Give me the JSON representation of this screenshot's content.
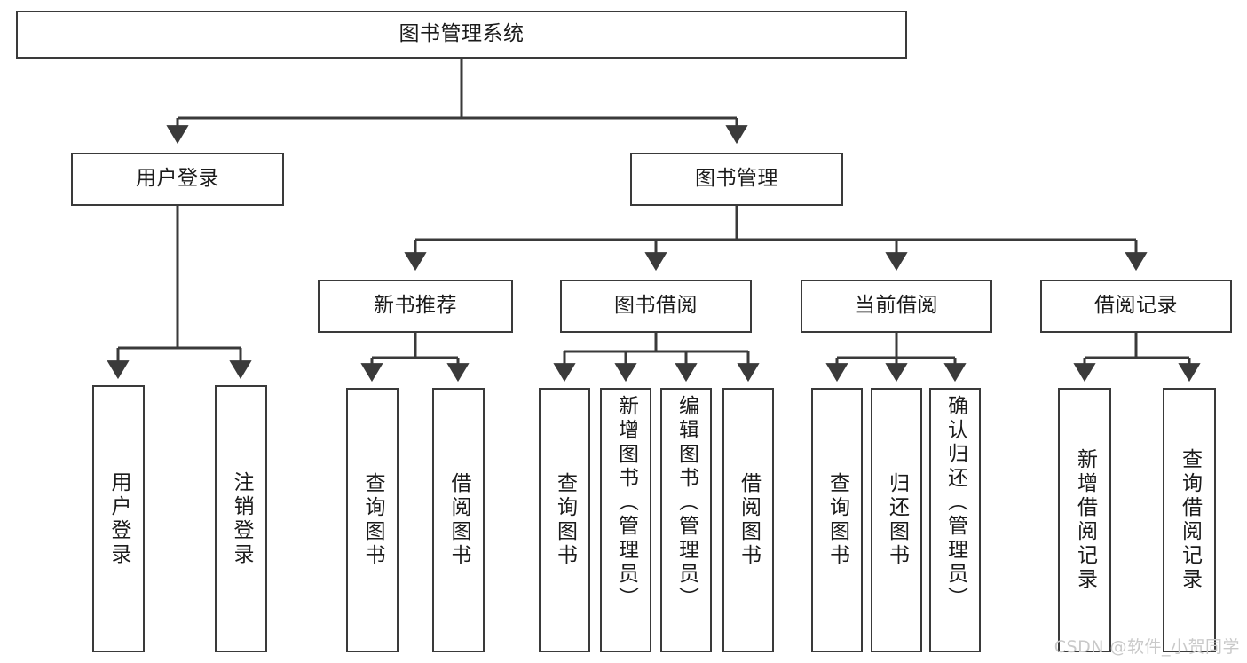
{
  "diagram": {
    "type": "tree-hierarchy-chart",
    "title": "图书管理系统",
    "watermark": "CSDN @软件_小贺同学",
    "colors": {
      "stroke": "#3a3a3a",
      "fill": "#ffffff",
      "text": "#1b1b1b",
      "watermark": "#c9c9c9"
    },
    "root": {
      "label": "图书管理系统"
    },
    "level2": [
      {
        "label": "用户登录"
      },
      {
        "label": "图书管理"
      }
    ],
    "level3": [
      {
        "label": "新书推荐"
      },
      {
        "label": "图书借阅"
      },
      {
        "label": "当前借阅"
      },
      {
        "label": "借阅记录"
      }
    ],
    "leaves": {
      "user_login": [
        {
          "label": "用户登录"
        },
        {
          "label": "注销登录"
        }
      ],
      "new_book_recommend": [
        {
          "label": "查询图书"
        },
        {
          "label": "借阅图书"
        }
      ],
      "book_borrow": [
        {
          "label": "查询图书"
        },
        {
          "label": "新增图书（管理员）"
        },
        {
          "label": "编辑图书（管理员）"
        },
        {
          "label": "借阅图书"
        }
      ],
      "current_borrow": [
        {
          "label": "查询图书"
        },
        {
          "label": "归还图书"
        },
        {
          "label": "确认归还（管理员）"
        }
      ],
      "borrow_record": [
        {
          "label": "新增借阅记录"
        },
        {
          "label": "查询借阅记录"
        }
      ]
    }
  }
}
